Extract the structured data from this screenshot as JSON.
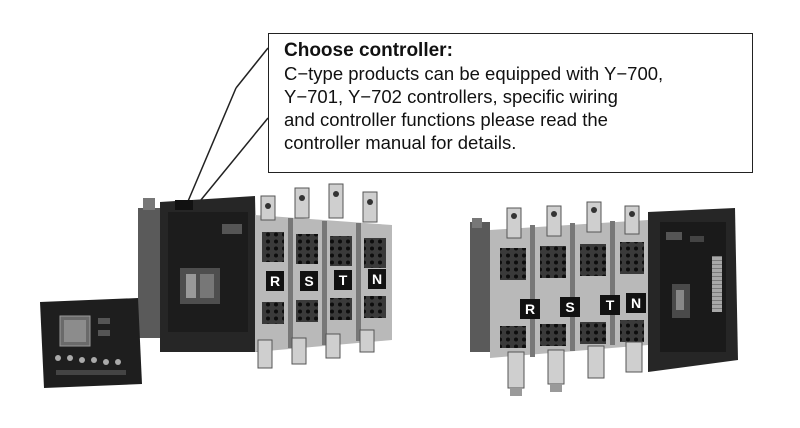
{
  "callout": {
    "title": "Choose controller:",
    "lines": [
      "C−type products can be equipped with Y−700,",
      "Y−701, Y−702 controllers, specific wiring",
      "and controller functions please read  the",
      "controller manual for details."
    ]
  },
  "left_switch": {
    "phase_labels": [
      "R",
      "S",
      "T",
      "N"
    ]
  },
  "right_switch": {
    "phase_labels": [
      "R",
      "S",
      "T",
      "N"
    ]
  }
}
